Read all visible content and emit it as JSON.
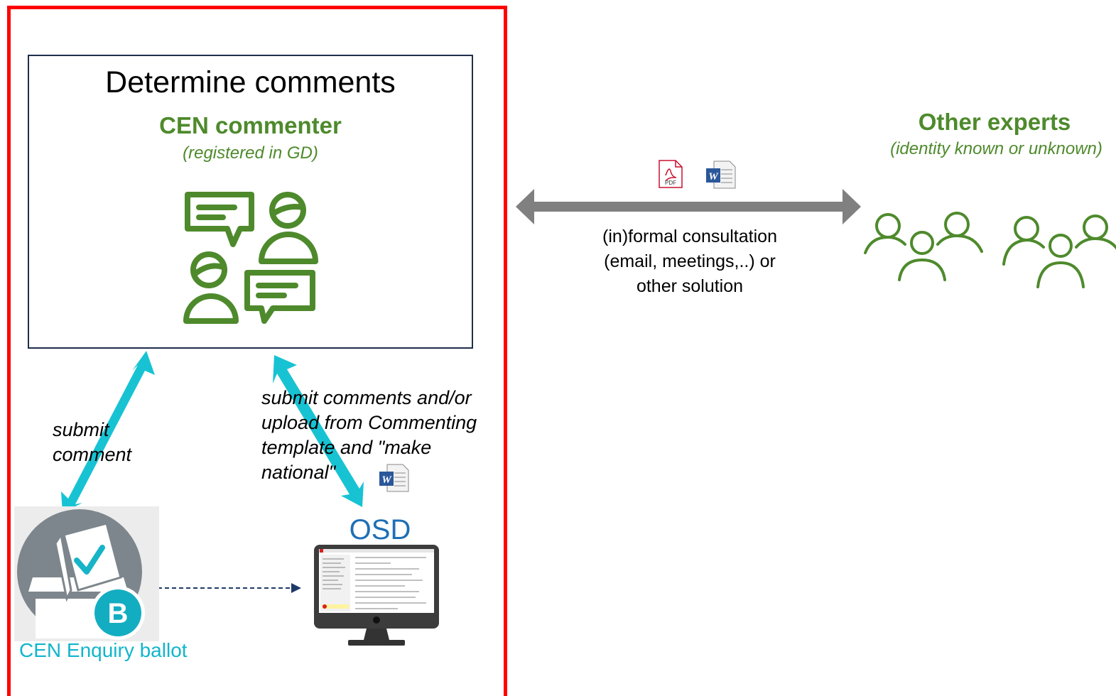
{
  "commenter_box": {
    "title": "Determine comments",
    "name": "CEN commenter",
    "subtitle": "(registered in GD)"
  },
  "experts": {
    "title": "Other experts",
    "subtitle": "(identity known or unknown)"
  },
  "consultation": {
    "text": "(in)formal consultation\n(email, meetings,..) or\nother solution"
  },
  "flows": {
    "submit_comment": "submit\ncomment",
    "upload_osd": "submit comments and/or\nupload from Commenting\ntemplate and \"make\nnational\""
  },
  "osd": {
    "label": "OSD"
  },
  "ballot": {
    "label": "CEN Enquiry ballot",
    "badge": "B"
  },
  "file_icons": {
    "pdf_text": "PDF",
    "word_letter": "W"
  },
  "colors": {
    "frame_red": "#ff0000",
    "box_navy": "#1f2e4d",
    "green": "#4e8a2c",
    "cyan": "#17c3d3",
    "gray_arrow": "#808080",
    "osd_blue": "#1f6fb5",
    "ballot_gray": "#7d868c"
  }
}
